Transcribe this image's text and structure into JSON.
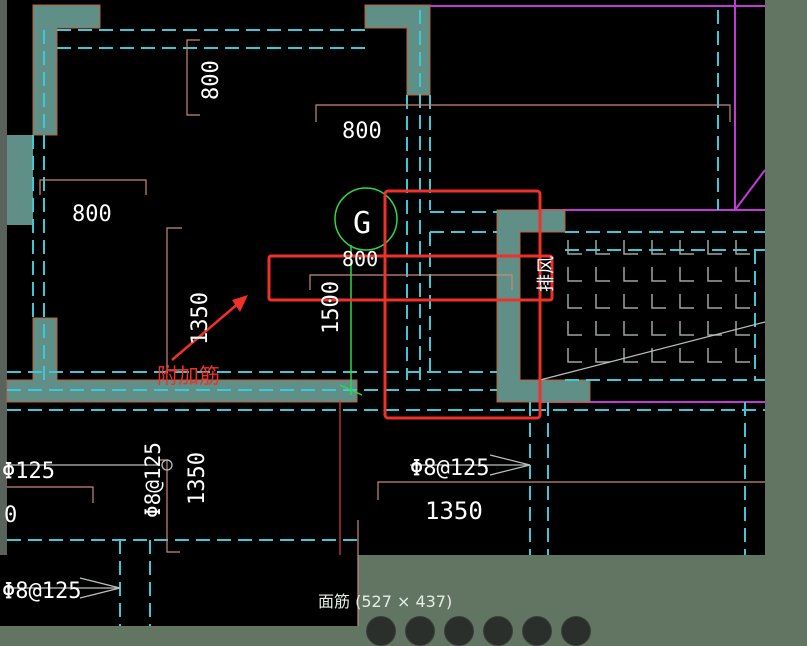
{
  "drawing": {
    "dims": {
      "d800_vertical": "800",
      "d800_mid": "800",
      "d800_left": "800",
      "d800_near_circle": "800",
      "d1350_left_vertical": "1350",
      "d1500_vertical": "1500",
      "d1350_lower_vertical": "1350",
      "d1350_lower_right": "1350"
    },
    "rebar": {
      "left_partial": "Φ125",
      "left_partial_digit": "0",
      "vertical_mid": "Φ8@125",
      "right": "Φ8@125",
      "bottom_left": "Φ8@125"
    },
    "axis_label": "G",
    "room_label": "排风",
    "annotation": "附加筋",
    "colors": {
      "background": "#000000",
      "wall_fill": "#5f8f86",
      "wall_edge": "#c0603a",
      "grid_dashed": "#3cc8d6",
      "dimension": "#c98a7a",
      "axis_circle": "#2fd84a",
      "highlight": "#f0302a",
      "magenta": "#c23ad6"
    }
  },
  "viewer": {
    "caption": "面筋 (527 × 437)"
  }
}
